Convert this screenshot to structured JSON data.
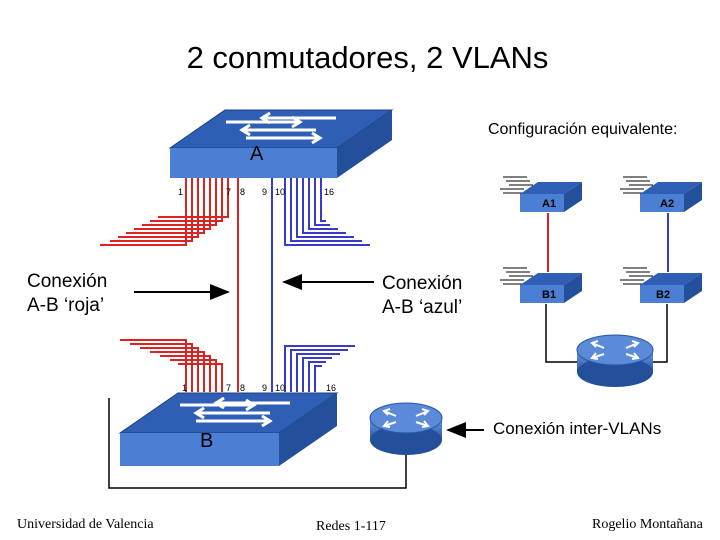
{
  "slide": {
    "title": "2 conmutadores, 2 VLANs",
    "footer_left": "Universidad de Valencia",
    "footer_center": "Redes 1-117",
    "footer_right": "Rogelio Montañana"
  },
  "diagram": {
    "switch_a_label": "A",
    "switch_b_label": "B",
    "port_labels_top": [
      "1",
      "7",
      "8",
      "9",
      "10",
      "16"
    ],
    "port_labels_bottom": [
      "1",
      "7",
      "8",
      "9",
      "10",
      "16"
    ],
    "conn_red_line1": "Conexión",
    "conn_red_line2": "A-B ‘roja’",
    "conn_blue_line1": "Conexión",
    "conn_blue_line2": "A-B ‘azul’",
    "equiv_label": "Configuración equivalente:",
    "small_switches": [
      "A1",
      "A2",
      "B1",
      "B2"
    ],
    "intervlan_label": "Conexión inter-VLANs"
  },
  "colors": {
    "switch_top": "#2f5fb4",
    "switch_front": "#4a7fd4",
    "red_cable": "#dd2222",
    "blue_cable": "#3a3ac8"
  }
}
